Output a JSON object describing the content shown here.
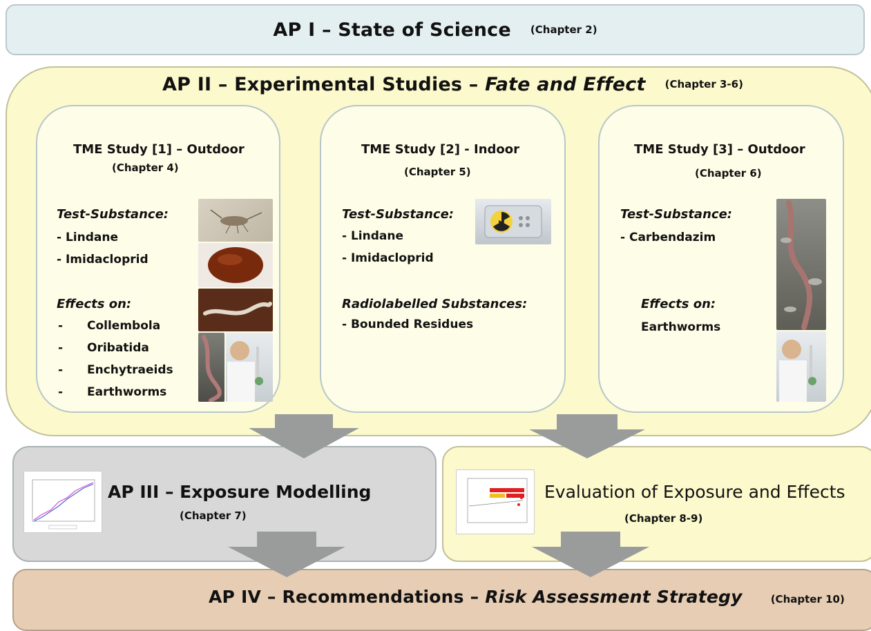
{
  "ap1": {
    "title": "AP I – State of Science",
    "chapter": "(Chapter 2)"
  },
  "ap2": {
    "title_prefix": "AP II – Experimental Studies – ",
    "title_italic": "Fate and Effect",
    "chapter": "(Chapter 3-6)"
  },
  "studies": [
    {
      "title": "TME Study [1] – Outdoor",
      "chapter": "(Chapter 4)",
      "substance_heading": "Test-Substance:",
      "substances": [
        "- Lindane",
        "- Imidacloprid"
      ],
      "effects_heading": "Effects on:",
      "effects": [
        {
          "dash": "-",
          "label": "Collembola"
        },
        {
          "dash": "-",
          "label": "Oribatida"
        },
        {
          "dash": "-",
          "label": "Enchytraeids"
        },
        {
          "dash": "-",
          "label": "Earthworms"
        }
      ]
    },
    {
      "title": "TME Study [2] - Indoor",
      "chapter": "(Chapter 5)",
      "substance_heading": "Test-Substance:",
      "substances": [
        "- Lindane",
        "- Imidacloprid"
      ],
      "radio_heading": "Radiolabelled Substances:",
      "radio_items": [
        "- Bounded Residues"
      ]
    },
    {
      "title": "TME Study [3] – Outdoor",
      "chapter": "(Chapter 6)",
      "substance_heading": "Test-Substance:",
      "substances": [
        "- Carbendazim"
      ],
      "effects_heading": "Effects on:",
      "effects_text": "Earthworms"
    }
  ],
  "ap3": {
    "title": "AP III – Exposure Modelling",
    "chapter": "(Chapter 7)"
  },
  "evaluation": {
    "title": "Evaluation of Exposure and Effects",
    "chapter": "(Chapter 8-9)"
  },
  "ap4": {
    "title_prefix": "AP IV – Recommendations – ",
    "title_italic": "Risk Assessment Strategy",
    "chapter": "(Chapter 10)"
  },
  "colors": {
    "ap1_fill": "#e4eff2",
    "ap2_fill": "#fcf9cc",
    "study_fill": "#fefde7",
    "ap3_fill": "#d8d8d8",
    "ap4_fill": "#e6cdb4",
    "arrow": "#9a9c9c"
  },
  "thumbnails": {
    "radiation_icon": "radiation-icon",
    "exposure_chart": "line-chart-thumbnail",
    "evaluation_chart": "bar-chart-thumbnail"
  }
}
